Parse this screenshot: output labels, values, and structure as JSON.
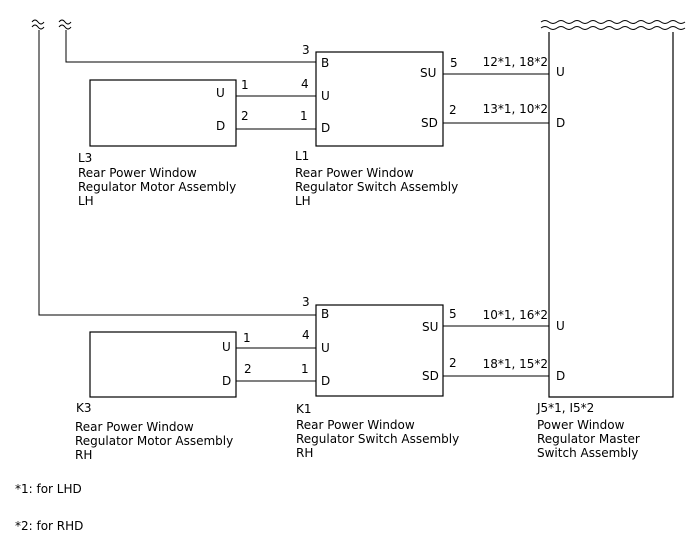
{
  "components": {
    "l3": {
      "code": "L3",
      "lines": [
        "Rear Power Window",
        "Regulator Motor Assembly",
        "LH"
      ],
      "pins": {
        "u": "U",
        "d": "D"
      }
    },
    "l1": {
      "code": "L1",
      "lines": [
        "Rear Power Window",
        "Regulator Switch Assembly",
        "LH"
      ],
      "pins": {
        "b": "B",
        "u": "U",
        "d": "D",
        "su": "SU",
        "sd": "SD"
      }
    },
    "k3": {
      "code": "K3",
      "lines": [
        "Rear Power Window",
        "Regulator Motor Assembly",
        "RH"
      ],
      "pins": {
        "u": "U",
        "d": "D"
      }
    },
    "k1": {
      "code": "K1",
      "lines": [
        "Rear Power Window",
        "Regulator Switch Assembly",
        "RH"
      ],
      "pins": {
        "b": "B",
        "u": "U",
        "d": "D",
        "su": "SU",
        "sd": "SD"
      }
    },
    "master": {
      "code": "J5*1, I5*2",
      "lines": [
        "Power Window",
        "Regulator Master",
        "Switch Assembly"
      ],
      "pins": {
        "u_top": "U",
        "d_top": "D",
        "u_bot": "U",
        "d_bot": "D"
      }
    }
  },
  "pin_numbers": {
    "l1_b": "3",
    "l1_u": "4",
    "l1_d": "1",
    "l1_su": "5",
    "l1_sd": "2",
    "l3_u": "1",
    "l3_d": "2",
    "k1_b": "3",
    "k1_u": "4",
    "k1_d": "1",
    "k1_su": "5",
    "k1_sd": "2",
    "k3_u": "1",
    "k3_d": "2",
    "master_su_lh": "12*1, 18*2",
    "master_sd_lh": "13*1, 10*2",
    "master_su_rh": "10*1, 16*2",
    "master_sd_rh": "18*1, 15*2"
  },
  "notes": {
    "note1": "*1: for LHD",
    "note2": "*2: for RHD"
  }
}
